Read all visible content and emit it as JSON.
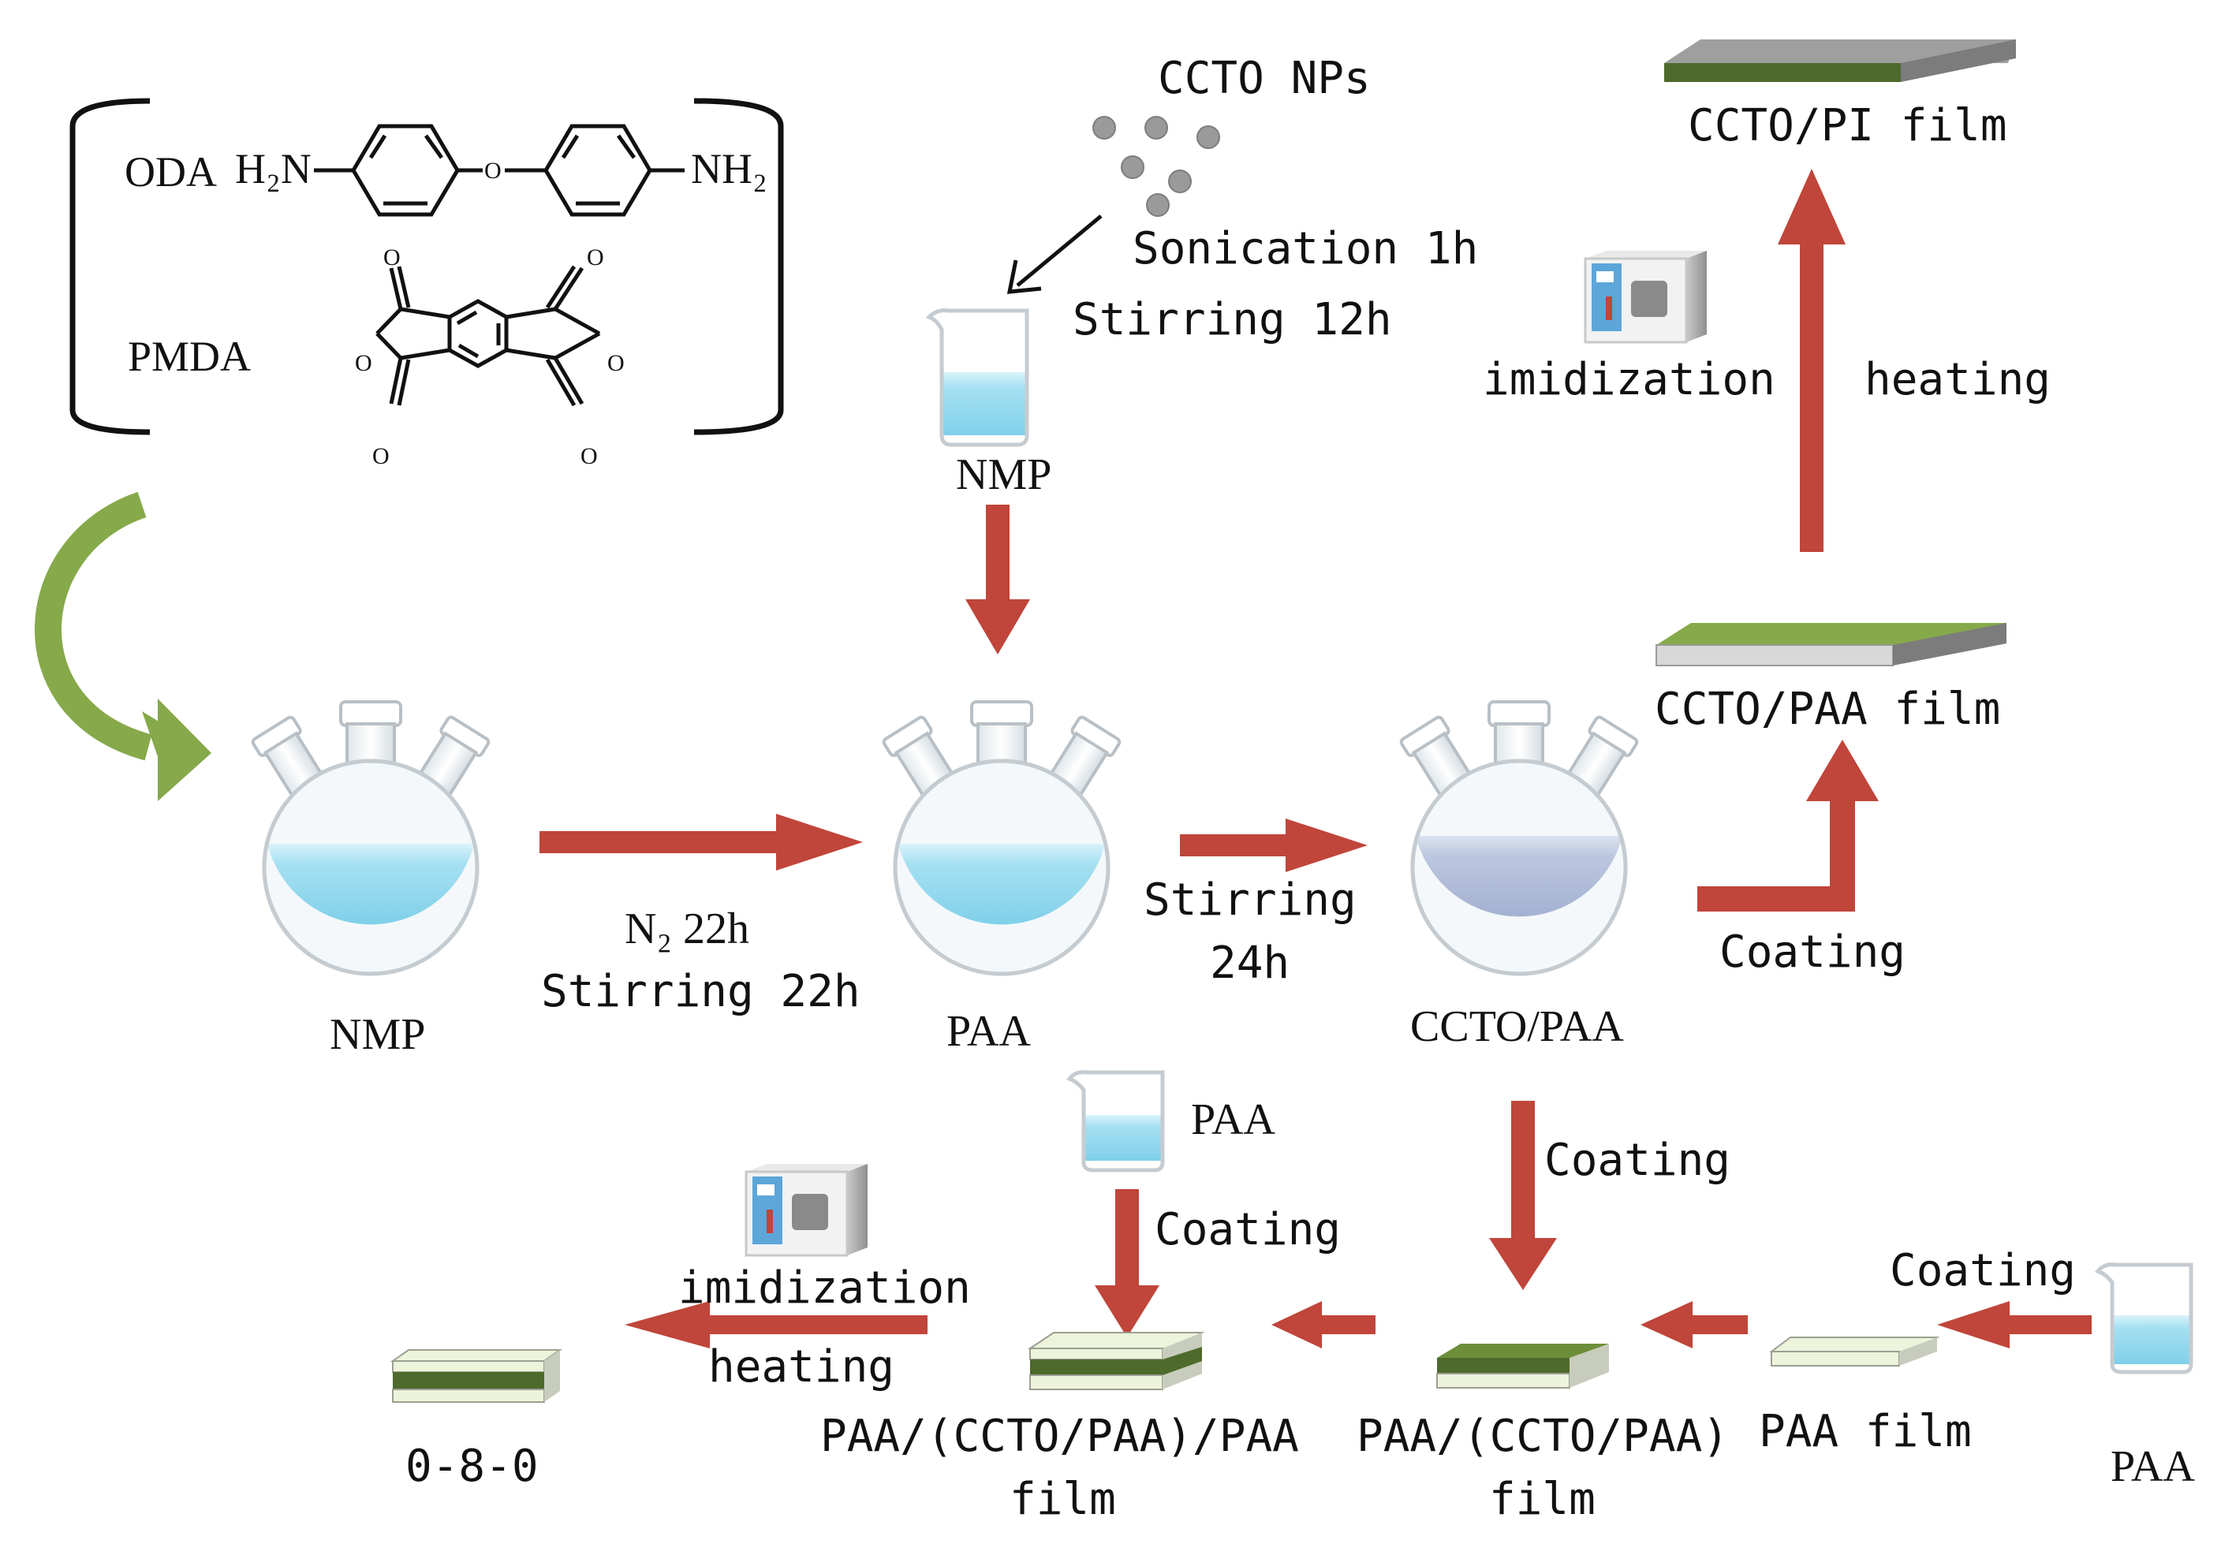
{
  "reactants": {
    "oda_name": "ODA",
    "pmda_name": "PMDA",
    "h2n": "H₂N",
    "nh2": "NH₂",
    "o": "O"
  },
  "labels": {
    "ccto_nps": "CCTO NPs",
    "sonication": "Sonication 1h",
    "stirring_12h": "Stirring 12h",
    "nmp_beaker": "NMP",
    "nmp_flask": "NMP",
    "n2_22h": "N₂ 22h",
    "stirring_22h": "Stirring 22h",
    "paa_flask": "PAA",
    "stirring": "Stirring",
    "h24": "24h",
    "ccto_paa": "CCTO/PAA",
    "coating_right": "Coating",
    "ccto_paa_film": "CCTO/PAA film",
    "imidization_top": "imidization",
    "heating_top": "heating",
    "ccto_pi_film": "CCTO/PI film",
    "paa_beaker_mid": "PAA",
    "coating_mid": "Coating",
    "coating_center": "Coating",
    "coating_right_bottom": "Coating",
    "paa_right": "PAA",
    "paa_film": "PAA film",
    "sandwich_two_line1": "PAA/(CCTO/PAA)",
    "sandwich_two_line2": "film",
    "sandwich_three_line1": "PAA/(CCTO/PAA)/PAA",
    "sandwich_three_line2": "film",
    "imidization_bottom": "imidization",
    "heating_bottom": "heating",
    "final": "0-8-0"
  },
  "colors": {
    "arrow_red": "#c0453a",
    "arrow_green": "#86a94a",
    "film_green": "#4e6a2c",
    "film_light": "#eef3dc",
    "liquid_blue": "#9fdcef",
    "liquid_grey": "#b7c3dc",
    "plate_grey": "#7c7c7c"
  },
  "icons": [
    "oven-icon",
    "beaker-icon",
    "three-neck-flask-icon",
    "film-icon"
  ]
}
